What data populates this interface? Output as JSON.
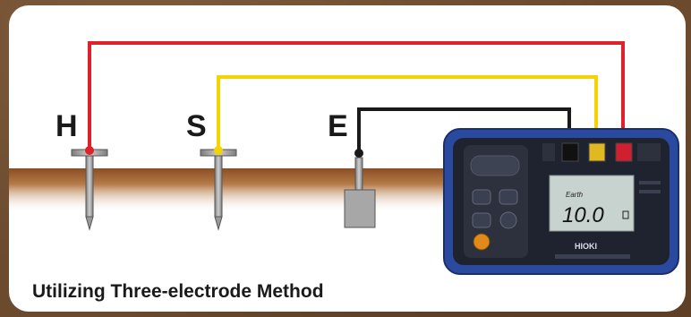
{
  "electrodes": [
    {
      "label": "H",
      "wire_color": "#e0202a"
    },
    {
      "label": "S",
      "wire_color": "#f3d400"
    },
    {
      "label": "E",
      "wire_color": "#1a1a1a"
    }
  ],
  "caption": "Utilizing Three-electrode Method",
  "meter": {
    "brand": "HIOKI",
    "mode": "Earth",
    "reading": "10.0",
    "body_color": "#2a4aa0"
  },
  "colors": {
    "soil_top": "#b0703a",
    "soil_bottom": "#ffffff",
    "rod": "#a6a6a6",
    "lcd": "#c8d3cf"
  }
}
